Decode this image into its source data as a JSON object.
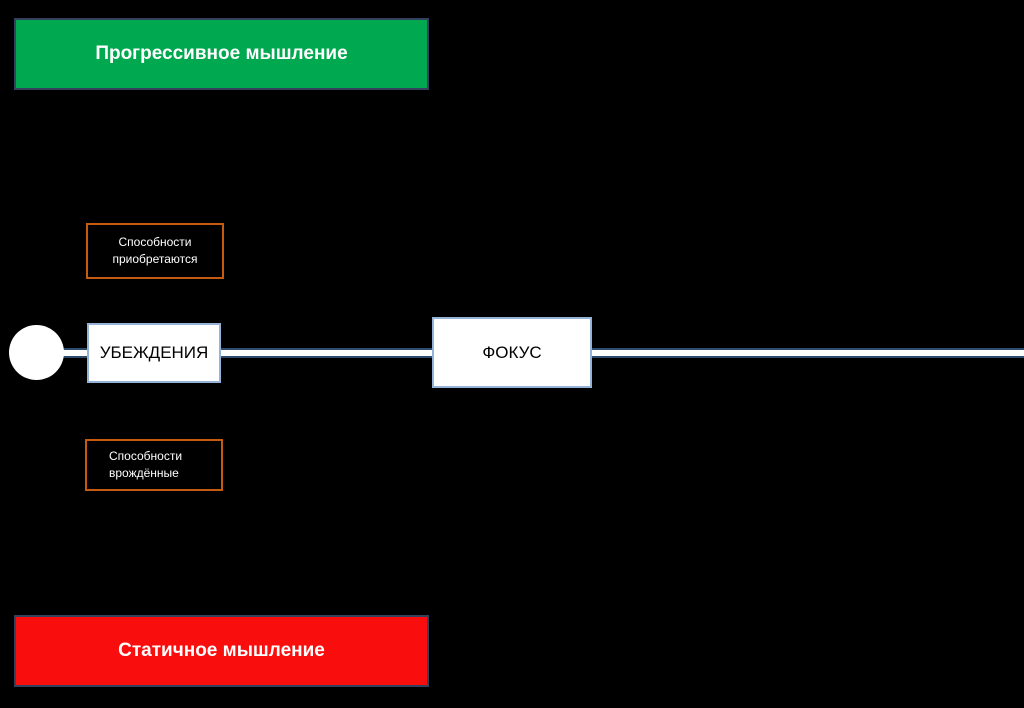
{
  "slide": {
    "background": "#000000",
    "top_banner": {
      "label": "Прогрессивное мышление",
      "fill": "#00A94F",
      "border_color": "#33415C",
      "text_color": "#FFFFFF"
    },
    "bottom_banner": {
      "label": "Статичное мышление",
      "fill": "#FA0D0D",
      "border_color": "#33415C",
      "text_color": "#FFFFFF"
    },
    "timeline": {
      "fill": "#FFFFFF",
      "edge_color": "#2E4D6E"
    },
    "start_node": {
      "shape": "circle",
      "fill": "#FFFFFF"
    },
    "nodes": [
      {
        "id": "beliefs",
        "label": "УБЕЖДЕНИЯ",
        "fill": "#FFFFFF",
        "border_color": "#95B3D7",
        "text_color": "#000000"
      },
      {
        "id": "focus",
        "label": "ФОКУС",
        "fill": "#FFFFFF",
        "border_color": "#95B3D7",
        "text_color": "#000000"
      }
    ],
    "callouts": [
      {
        "id": "abilities-acquired",
        "line1": "Способности",
        "line2": "приобретаются",
        "fill": "#000000",
        "border_color": "#C55A11",
        "text_color": "#FFFFFF",
        "align": "center"
      },
      {
        "id": "abilities-innate",
        "line1": "Способности",
        "line2": "врождённые",
        "fill": "#000000",
        "border_color": "#C55A11",
        "text_color": "#FFFFFF",
        "align": "left"
      }
    ]
  }
}
